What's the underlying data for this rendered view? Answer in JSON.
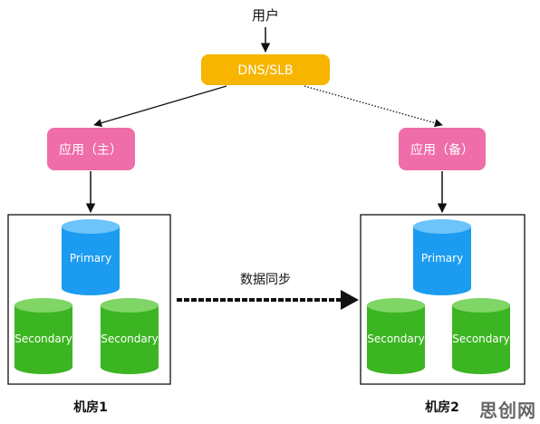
{
  "user": "用户",
  "dns": "DNS/SLB",
  "app_primary": "应用（主）",
  "app_backup": "应用（备）",
  "sync": "数据同步",
  "rooms": [
    {
      "label": "机房1",
      "primary": "Primary",
      "secondary_left": "Secondary",
      "secondary_right": "Secondary"
    },
    {
      "label": "机房2",
      "primary": "Primary",
      "secondary_left": "Secondary",
      "secondary_right": "Secondary"
    }
  ],
  "watermark": "思创网",
  "colors": {
    "dns": "#F7B500",
    "app": "#EF6DA9",
    "primary": "#1B9CF0",
    "secondary": "#3BB521",
    "arrow": "#111111"
  }
}
